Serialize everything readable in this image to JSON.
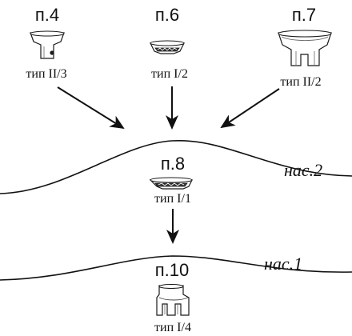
{
  "nodes": {
    "p4": {
      "title": "п.4",
      "type": "тип II/3"
    },
    "p6": {
      "title": "п.6",
      "type": "тип I/2"
    },
    "p7": {
      "title": "п.7",
      "type": "тип II/2"
    },
    "p8": {
      "title": "п.8",
      "type": "тип I/1"
    },
    "p10": {
      "title": "п.10",
      "type": "тип I/4"
    }
  },
  "layers": {
    "nas2": "нас.2",
    "nas1": "нас.1"
  },
  "colors": {
    "ink": "#111111",
    "background": "#ffffff"
  }
}
